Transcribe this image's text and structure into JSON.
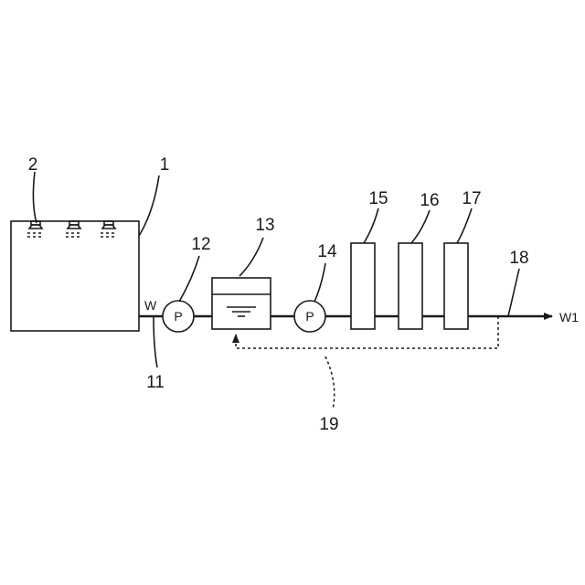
{
  "labels": {
    "tank": "1",
    "nozzles": "2",
    "drain_line": "11",
    "pump_1": "12",
    "reservoir": "13",
    "pump_2": "14",
    "unit_a": "15",
    "unit_b": "16",
    "unit_c": "17",
    "outlet_line": "18",
    "return_line": "19",
    "water_in": "W",
    "water_out": "W1",
    "pump_1_letter": "P",
    "pump_2_letter": "P"
  }
}
